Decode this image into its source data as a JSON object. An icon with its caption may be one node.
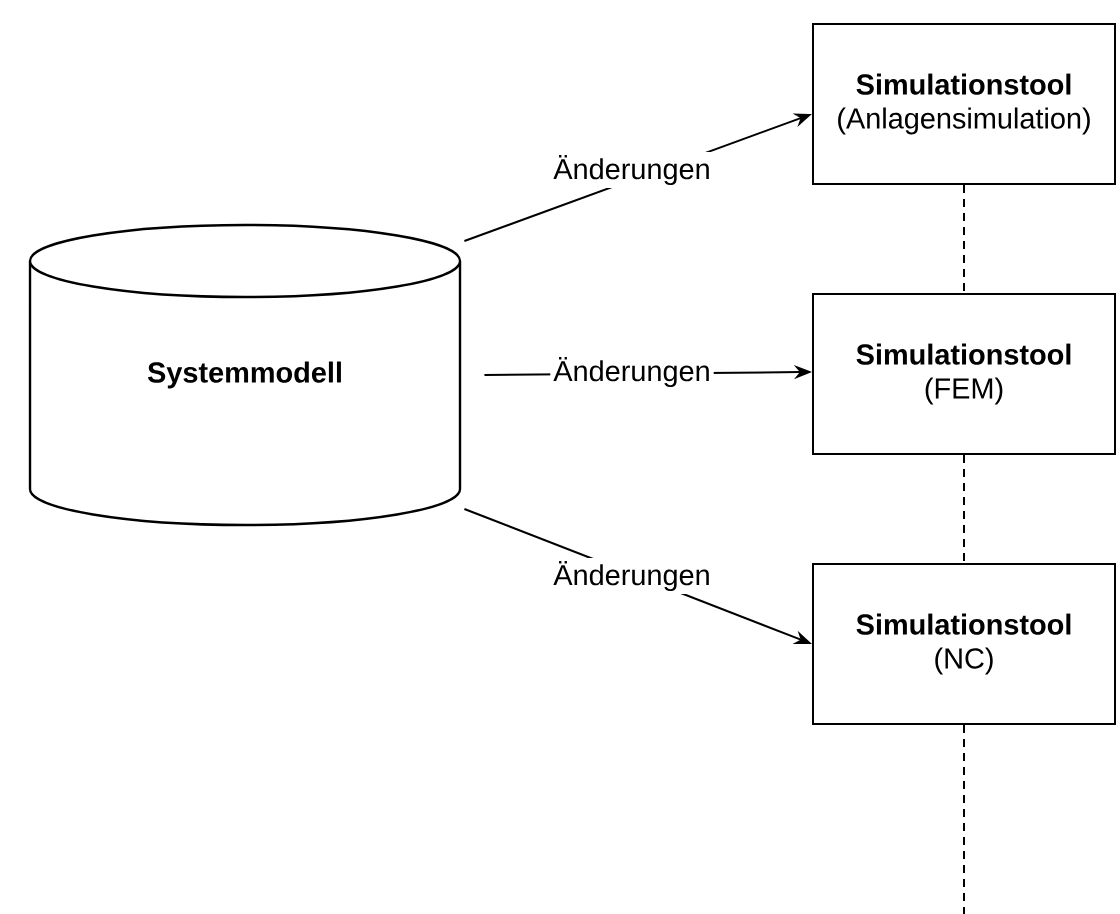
{
  "diagram": {
    "nodes": [
      {
        "text": [
          "Systemmodell"
        ]
      },
      {
        "text": [
          "Simulationstool",
          "(Anlagensimulation)"
        ]
      },
      {
        "text": [
          "Simulationstool",
          "(FEM)"
        ]
      },
      {
        "text": [
          "Simulationstool",
          "(NC)"
        ]
      }
    ],
    "edges": [
      {
        "from": 0,
        "to": 1,
        "arrow": "to",
        "label": "Änderungen"
      },
      {
        "from": 0,
        "to": 2,
        "arrow": "to",
        "label": "Änderungen"
      },
      {
        "from": 0,
        "to": 3,
        "arrow": "to",
        "label": "Änderungen"
      },
      {
        "from": 1,
        "to": 2,
        "arrow": "none",
        "style": "dashed"
      },
      {
        "from": 2,
        "to": 3,
        "arrow": "none",
        "style": "dashed"
      },
      {
        "from": 3,
        "to": null,
        "arrow": "none",
        "style": "dashed"
      }
    ]
  }
}
